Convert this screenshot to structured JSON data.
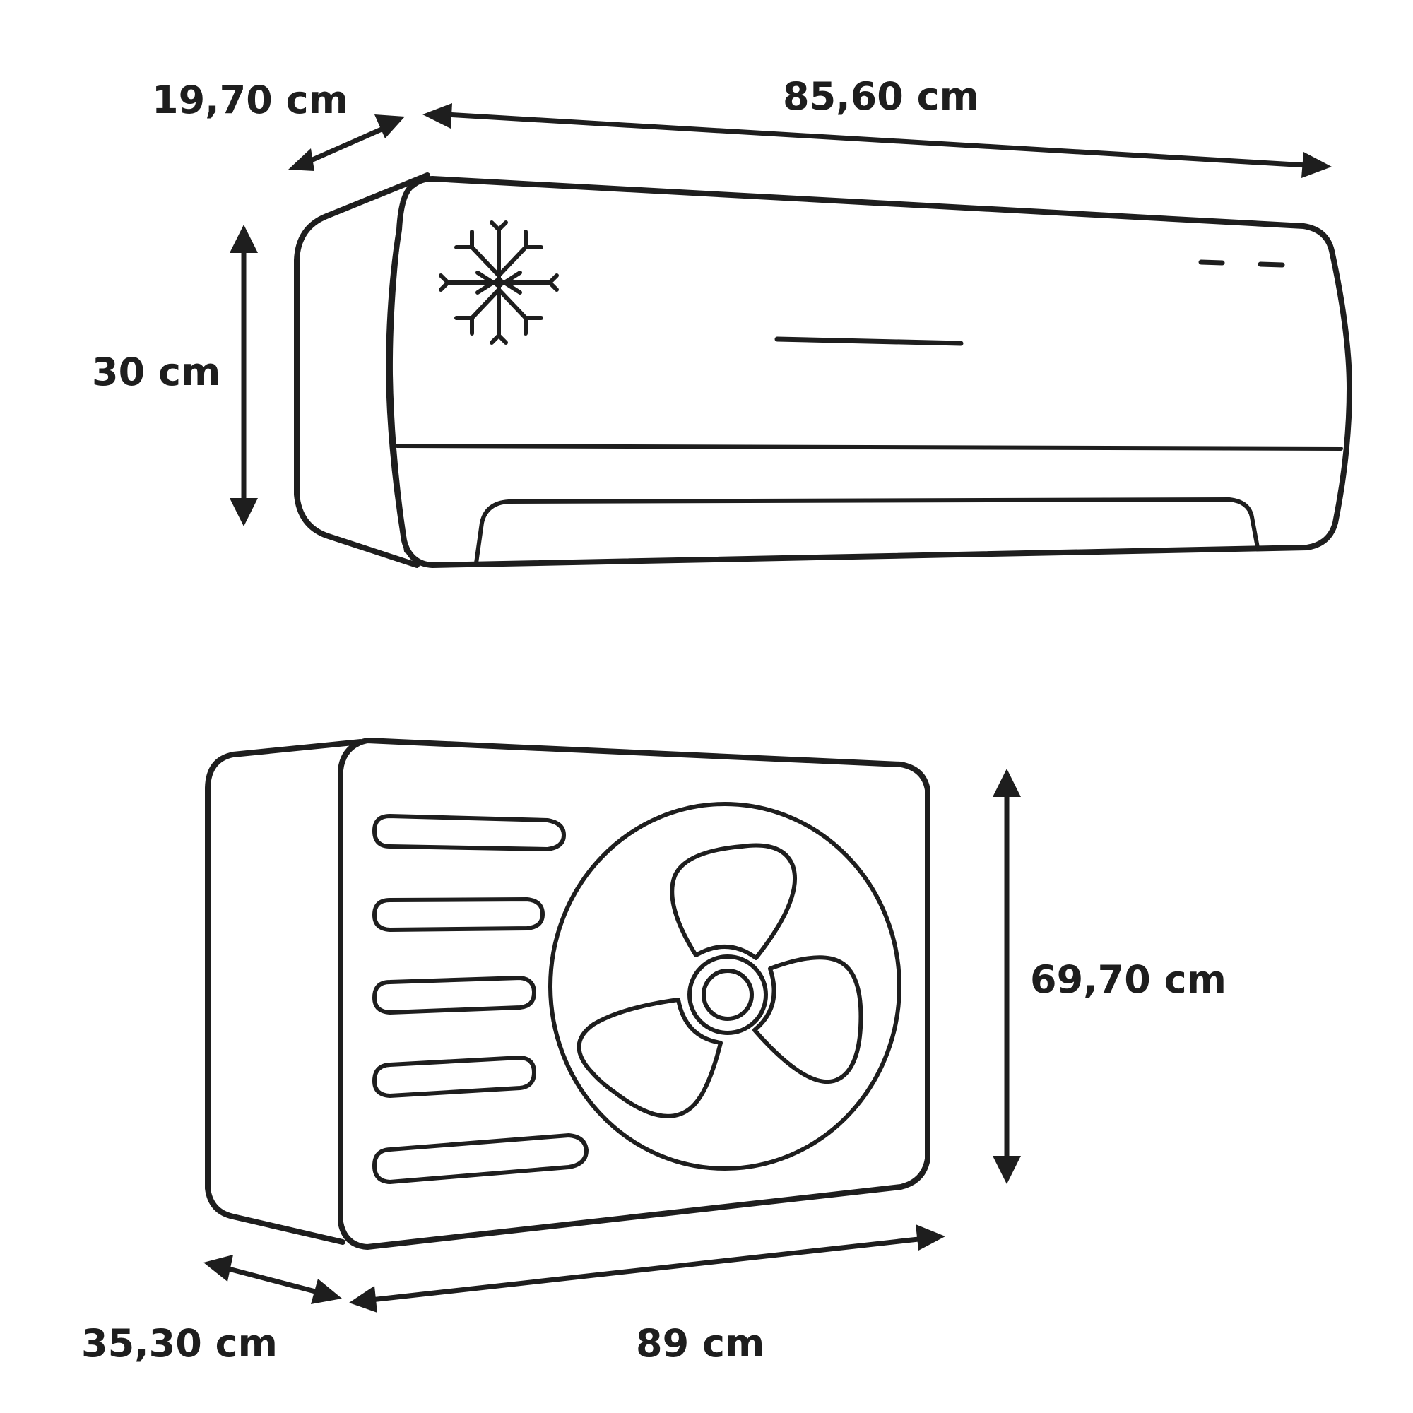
{
  "indoor_unit": {
    "depth_label": "19,70 cm",
    "width_label": "85,60 cm",
    "height_label": "30 cm",
    "icon": "snowflake-icon"
  },
  "outdoor_unit": {
    "height_label": "69,70 cm",
    "depth_label": "35,30 cm",
    "width_label": "89 cm",
    "icon": "fan-icon"
  },
  "colors": {
    "stroke": "#1e1e1e",
    "background": "#ffffff"
  }
}
